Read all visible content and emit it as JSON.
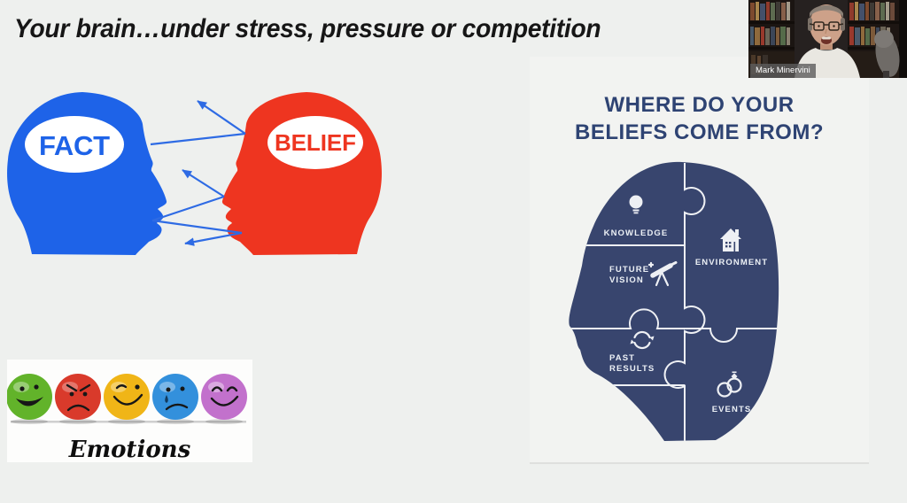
{
  "slide": {
    "title": "Your brain…under stress, pressure or competition",
    "background_color": "#eef0ee"
  },
  "fact_belief_graphic": {
    "fact_label": "FACT",
    "belief_label": "BELIEF",
    "fact_color": "#1e63e8",
    "belief_color": "#ee3520",
    "arrow_color": "#2e6be4"
  },
  "emotions_graphic": {
    "caption": "Emotions",
    "balls": [
      {
        "emotion": "happy",
        "color": "#62b32a"
      },
      {
        "emotion": "angry",
        "color": "#d93a2b"
      },
      {
        "emotion": "winking",
        "color": "#f0b517"
      },
      {
        "emotion": "sad",
        "color": "#3390dc"
      },
      {
        "emotion": "laughing",
        "color": "#c271cc"
      }
    ]
  },
  "beliefs_panel": {
    "title_line1": "WHERE DO YOUR",
    "title_line2": "BELIEFS COME FROM?",
    "title_color": "#2e4373",
    "head_color": "#38456e",
    "pieces": {
      "knowledge": {
        "label": "KNOWLEDGE",
        "icon": "lightbulb-icon"
      },
      "environment": {
        "label": "ENVIRONMENT",
        "icon": "house-icon"
      },
      "future_vision": {
        "line1": "FUTURE",
        "line2": "VISION",
        "icon": "telescope-icon"
      },
      "past_results": {
        "line1": "PAST",
        "line2": "RESULTS",
        "icon": "refresh-icon"
      },
      "events": {
        "label": "EVENTS",
        "icon": "rings-icon"
      }
    }
  },
  "webcam": {
    "name_label": "Mark Minervini"
  }
}
